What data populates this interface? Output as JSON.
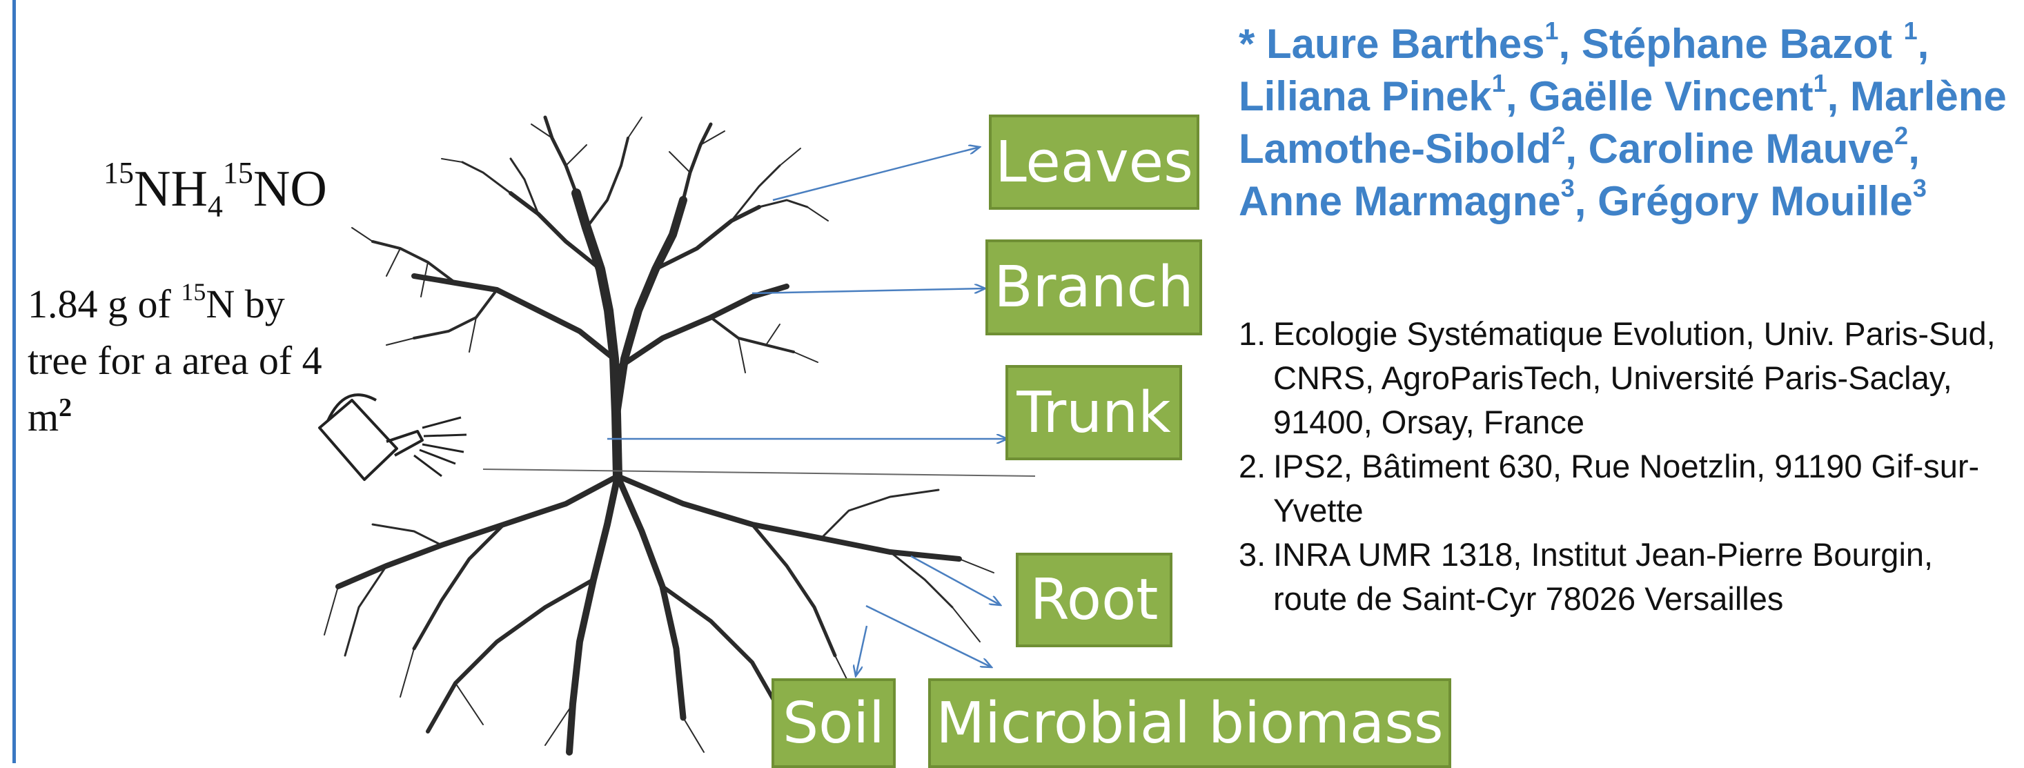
{
  "formula": {
    "n15a": "15",
    "nh": "NH",
    "sub4": "4",
    "n15b": "15",
    "no": "NO"
  },
  "dose": {
    "amount": "1.84 g of ",
    "n15": "15",
    "rest1": "N by tree for a area of 4 m",
    "sq": "2"
  },
  "compartments": {
    "leaves": "Leaves",
    "branch": "Branch",
    "trunk": "Trunk",
    "root": "Root",
    "soil": "Soil",
    "microbial": "Microbial biomass"
  },
  "authors": [
    {
      "name": "* Laure Barthes",
      "sup": "1"
    },
    {
      "name": ", Stéphane Bazot ",
      "sup": "1"
    },
    {
      "name": ", Liliana Pinek",
      "sup": "1"
    },
    {
      "name": ", Gaëlle Vincent",
      "sup": "1"
    },
    {
      "name": ", Marlène Lamothe-Sibold",
      "sup": "2"
    },
    {
      "name": ", Caroline Mauve",
      "sup": "2"
    },
    {
      "name": ", Anne Marmagne",
      "sup": "3"
    },
    {
      "name": ", Grégory Mouille",
      "sup": "3"
    }
  ],
  "affiliations": [
    {
      "num": "1.",
      "text": "Ecologie Systématique Evolution, Univ. Paris-Sud, CNRS, AgroParisTech, Université Paris-Saclay, 91400, Orsay, France"
    },
    {
      "num": "2.",
      "text": "IPS2, Bâtiment 630, Rue Noetzlin, 91190 Gif-sur-Yvette"
    },
    {
      "num": "3.",
      "text": "INRA UMR 1318, Institut Jean-Pierre Bourgin, route de Saint-Cyr 78026 Versailles"
    }
  ],
  "colors": {
    "box_fill": "#8cb04a",
    "box_border": "#6f8f34",
    "arrow": "#4a7fc0",
    "authors": "#3f82c8",
    "frame": "#3a78c2"
  },
  "icons": {
    "watering_can": "watering-can-icon",
    "tree": "tree-illustration"
  }
}
